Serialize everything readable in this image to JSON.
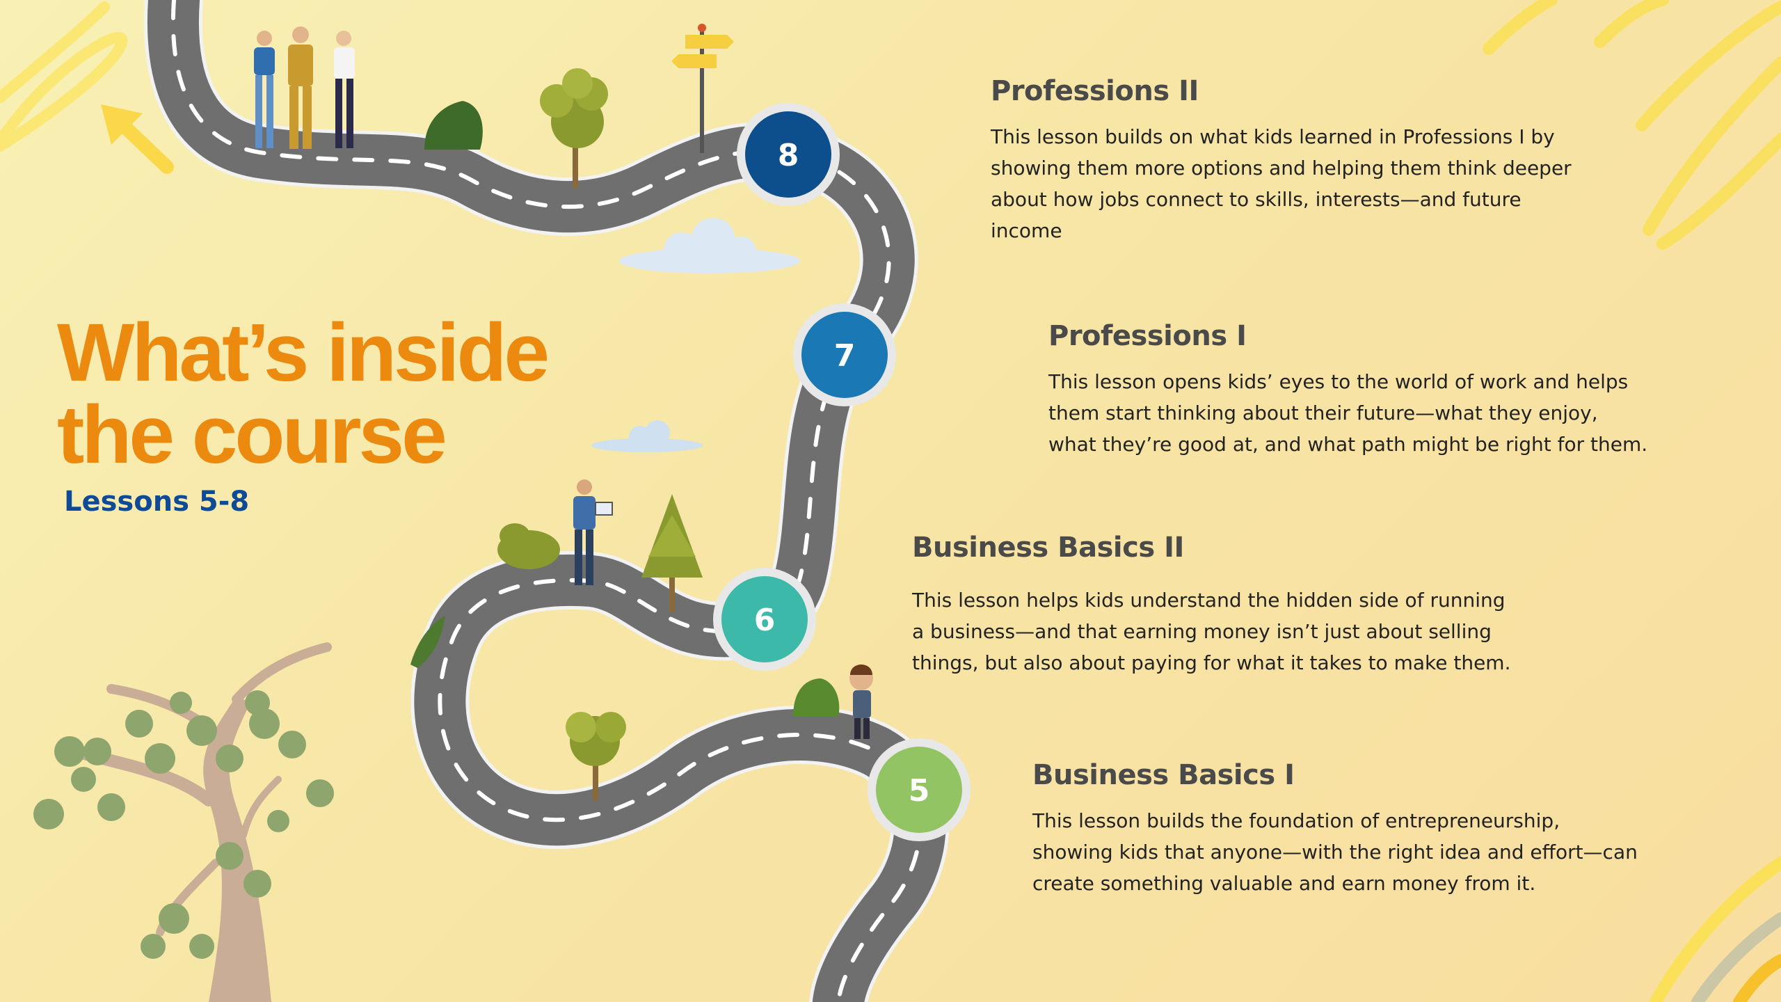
{
  "header": {
    "title_line1": "What’s inside",
    "title_line2": "the course",
    "subtitle": "Lessons 5-8"
  },
  "lessons": [
    {
      "number": "8",
      "title": "Professions II",
      "lines": [
        "This lesson builds on what kids learned in Professions I by",
        "showing them more options and helping them think deeper",
        "about how jobs connect to skills, interests—and future",
        "income"
      ],
      "color": "#0d4f8c"
    },
    {
      "number": "7",
      "title": "Professions I",
      "lines": [
        "This lesson opens kids’ eyes to the world of work and helps",
        "them start thinking about their future—what they enjoy,",
        "what they’re good at, and what path might be right for them."
      ],
      "color": "#1a78b4"
    },
    {
      "number": "6",
      "title": "Business Basics II",
      "lines": [
        "This lesson helps kids understand the hidden side of running",
        "a business—and that earning money isn’t just about selling",
        "things, but also about paying for what it takes to make them."
      ],
      "color": "#3cb9a8"
    },
    {
      "number": "5",
      "title": "Business Basics I",
      "lines": [
        "This lesson builds the foundation of entrepreneurship,",
        "showing kids that anyone—with the right idea and effort—can",
        "create something valuable and earn money from it."
      ],
      "color": "#93c464"
    }
  ],
  "colors": {
    "road": "#6f6f6f",
    "road_edge": "#f2f2f2",
    "title": "#ec8a10",
    "subtitle": "#0f4a97",
    "tree_foliage": "#8fa56e",
    "tree_trunk": "#c9ad96"
  }
}
